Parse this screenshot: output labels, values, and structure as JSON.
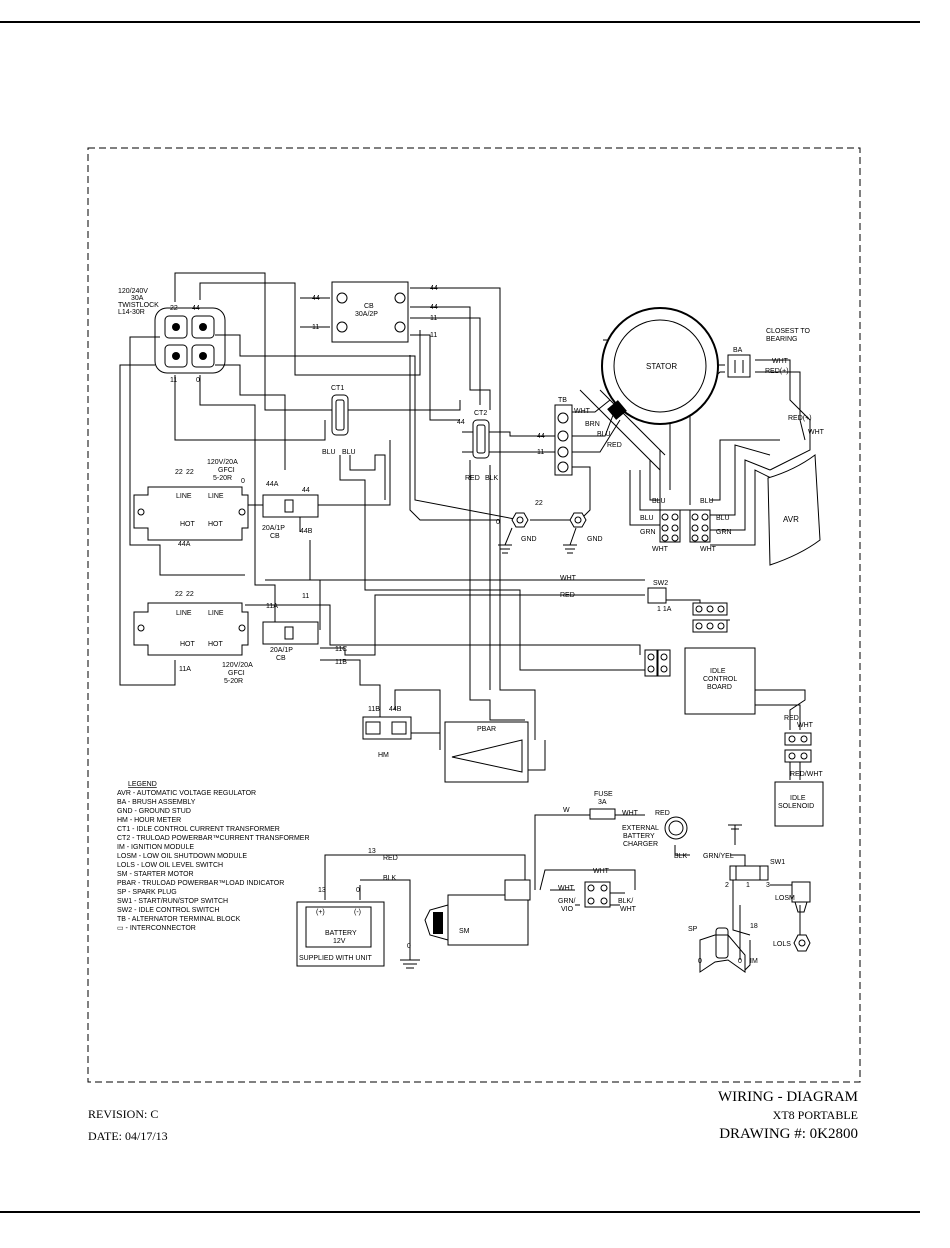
{
  "footer": {
    "revision": "REVISION: C",
    "date": "DATE: 04/17/13",
    "title": "WIRING - DIAGRAM",
    "model": "XT8 PORTABLE",
    "drawing": "DRAWING #: 0K2800"
  },
  "receptacle": {
    "l1": "120/240V",
    "l2": "30A",
    "l3": "TWISTLOCK",
    "l4": "L14-30R",
    "p22": "22",
    "p44": "44",
    "p11": "11",
    "p0": "0"
  },
  "breaker_main": {
    "l1": "CB",
    "l2": "30A/2P",
    "w44a": "44",
    "w11a": "11",
    "w44b": "44",
    "w44c": "44",
    "w11b": "11",
    "w11c": "11"
  },
  "ct1": {
    "label": "CT1",
    "w1": "BLU",
    "w2": "BLU"
  },
  "ct2": {
    "label": "CT2",
    "w44": "44",
    "w1": "RED",
    "w2": "BLK"
  },
  "tb": {
    "label": "TB",
    "w44": "44",
    "w11": "11",
    "wht": "WHT",
    "brn": "BRN",
    "blu": "BLU",
    "red": "RED"
  },
  "stator": {
    "label": "STATOR"
  },
  "brush": {
    "label": "BA",
    "note1": "CLOSEST TO",
    "note2": "BEARING",
    "wht": "WHT",
    "red": "RED(+)",
    "red2": "RED(+)",
    "wht2": "WHT"
  },
  "avr": {
    "label": "AVR",
    "blu1": "BLU",
    "blu2": "BLU",
    "blu3": "BLU",
    "blu4": "BLU",
    "grn1": "GRN",
    "grn2": "GRN",
    "wht1": "WHT",
    "wht2": "WHT"
  },
  "gfci1": {
    "l1": "120V/20A",
    "l2": "GFCI",
    "l3": "5-20R",
    "p22a": "22",
    "p22b": "22",
    "line1": "LINE",
    "line2": "LINE",
    "hot1": "HOT",
    "hot2": "HOT",
    "w": "44A",
    "w0": "0"
  },
  "gfci2": {
    "l1": "120V/20A",
    "l2": "GFCI",
    "l3": "5-20R",
    "p22a": "22",
    "p22b": "22",
    "line1": "LINE",
    "line2": "LINE",
    "hot1": "HOT",
    "hot2": "HOT",
    "w": "11A"
  },
  "cb2": {
    "l1": "20A/1P",
    "l2": "CB",
    "w44a": "44A",
    "w44": "44",
    "w44b": "44B"
  },
  "cb3": {
    "l1": "20A/1P",
    "l2": "CB",
    "w11a": "11A",
    "w11": "11",
    "w11c": "11C",
    "w11b": "11B"
  },
  "ground": {
    "g1": "GND",
    "g2": "GND",
    "w0": "0",
    "w22": "22"
  },
  "sw2": {
    "label": "SW2",
    "w11a": "1 1A",
    "wht": "WHT",
    "red": "RED"
  },
  "idle_board": {
    "l1": "IDLE",
    "l2": "CONTROL",
    "l3": "BOARD",
    "red": "RED",
    "wht": "WHT",
    "redwht": "RED/WHT"
  },
  "idle_solenoid": {
    "l1": "IDLE",
    "l2": "SOLENOID"
  },
  "hm": {
    "label": "HM",
    "w11b": "11B",
    "w44b": "44B"
  },
  "pbar": {
    "label": "PBAR"
  },
  "legend": {
    "heading": "LEGEND",
    "items": [
      "AVR - AUTOMATIC VOLTAGE REGULATOR",
      "BA - BRUSH ASSEMBLY",
      "GND - GROUND STUD",
      "HM - HOUR METER",
      "CT1 - IDLE CONTROL CURRENT TRANSFORMER",
      "CT2 - TRULOAD POWERBAR™CURRENT TRANSFORMER",
      "IM - IGNITION MODULE",
      "LOSM - LOW OIL SHUTDOWN MODULE",
      "LOLS - LOW OIL LEVEL SWITCH",
      "SM - STARTER MOTOR",
      "PBAR - TRULOAD POWERBAR™LOAD INDICATOR",
      "SP - SPARK PLUG",
      "SW1 - START/RUN/STOP SWITCH",
      "SW2 - IDLE CONTROL SWITCH",
      "TB - ALTERNATOR TERMINAL BLOCK",
      "▭ - INTERCONNECTOR"
    ]
  },
  "battery": {
    "l1": "BATTERY",
    "l2": "12V",
    "pos": "(+)",
    "neg": "(-)",
    "note": "SUPPLIED WITH UNIT",
    "w13": "13",
    "w13b": "13",
    "w0": "0",
    "w0b": "0",
    "red": "RED",
    "blk": "BLK"
  },
  "starter": {
    "label": "SM",
    "wht": "WHT",
    "wht2": "WHT",
    "grnvio": "GRN/",
    "vio": "VIO",
    "blkwht": "BLK/",
    "wht3": "WHT",
    "w": "W"
  },
  "fuse": {
    "l1": "FUSE",
    "l2": "3A",
    "wht": "WHT",
    "red": "RED"
  },
  "charger": {
    "l1": "EXTERNAL",
    "l2": "BATTERY",
    "l3": "CHARGER",
    "blk": "BLK",
    "grnyel": "GRN/YEL"
  },
  "sw1": {
    "label": "SW1",
    "p1": "1",
    "p2": "2",
    "p3": "3",
    "w18": "18"
  },
  "ignition": {
    "sp": "SP",
    "im": "IM",
    "w0": "0",
    "w0b": "0"
  },
  "losm": {
    "label": "LOSM"
  },
  "lols": {
    "label": "LOLS"
  }
}
